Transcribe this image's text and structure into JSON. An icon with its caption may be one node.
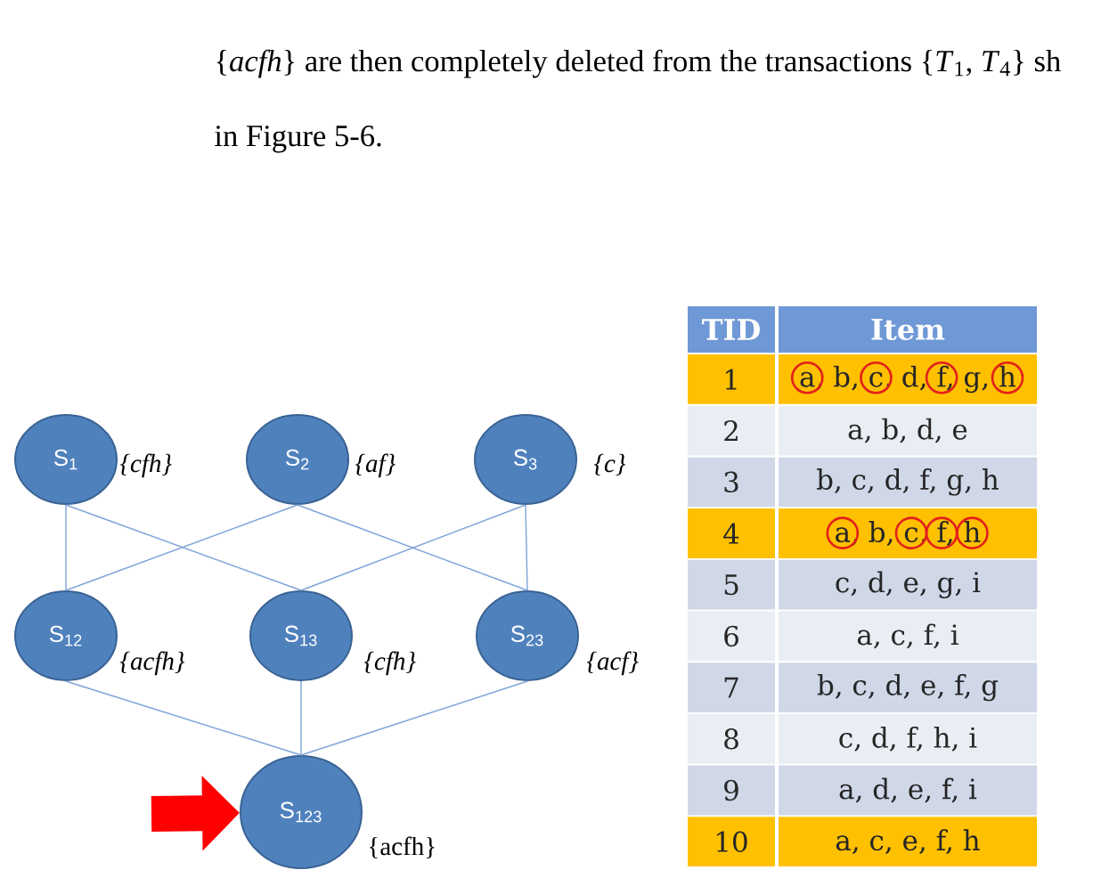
{
  "diagram": {
    "nodes": [
      {
        "text": [
          "S$_{1}$"
        ],
        "beside": [
          "{cfh}"
        ]
      },
      {
        "text": [
          "S$_{2}$"
        ],
        "beside": [
          "{af}"
        ]
      },
      {
        "text": [
          "S$_{3}$"
        ],
        "beside": [
          "{c}"
        ]
      },
      {
        "text": [
          "S$_{12}$"
        ],
        "beside": [
          "{acfh}"
        ]
      },
      {
        "text": [
          "S$_{13}$"
        ],
        "beside": [
          "{cfh}"
        ]
      },
      {
        "text": [
          "S$_{23}$"
        ],
        "beside": [
          "{acf}"
        ]
      },
      {
        "text": [
          "S$_{123}$"
        ],
        "beside": [
          "{acfh}"
        ]
      }
    ],
    "edges": [
      {
        "from": 0,
        "to": 3,
        "arrow": "none"
      },
      {
        "from": 0,
        "to": 4,
        "arrow": "none"
      },
      {
        "from": 1,
        "to": 3,
        "arrow": "none"
      },
      {
        "from": 1,
        "to": 5,
        "arrow": "none"
      },
      {
        "from": 2,
        "to": 4,
        "arrow": "none"
      },
      {
        "from": 2,
        "to": 5,
        "arrow": "none"
      },
      {
        "from": 3,
        "to": 6,
        "arrow": "none"
      },
      {
        "from": 4,
        "to": 6,
        "arrow": "none"
      },
      {
        "from": 5,
        "to": 6,
        "arrow": "none"
      },
      {
        "from": null,
        "to": 6,
        "arrow": "to",
        "style": "thick",
        "color": "#ff0000"
      }
    ],
    "labels": [
      "{*acfh*} are then completely deleted from the transactions {*T*$_{1}$, *T*$_{4}$} sh",
      "in Figure 5-6.",
      "TID",
      "Item",
      "1",
      "a, b, c, d, f, g, h",
      "2",
      "a, b, d, e",
      "3",
      "b, c, d, f, g, h",
      "4",
      "a, b, c, f, h",
      "5",
      "c, d, e, g, i",
      "6",
      "a, c, f, i",
      "7",
      "b, c, d, e, f, g",
      "8",
      "c, d, f, h, i",
      "9",
      "a, d, e, f, i",
      "10",
      "a, c, e, f, h"
    ]
  }
}
